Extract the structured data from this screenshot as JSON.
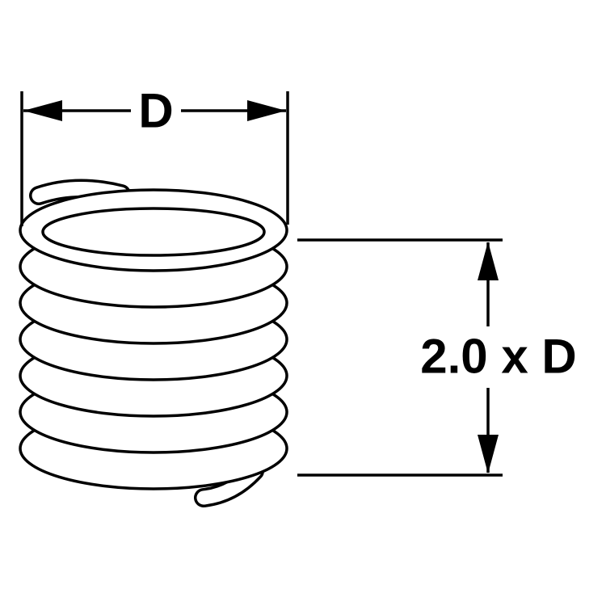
{
  "diagram": {
    "type": "technical-dimension-drawing",
    "subject": "helical coil thread insert",
    "labels": {
      "diameter": "D",
      "length": "2.0 x D"
    },
    "colors": {
      "line": "#000000",
      "background": "#ffffff"
    }
  }
}
